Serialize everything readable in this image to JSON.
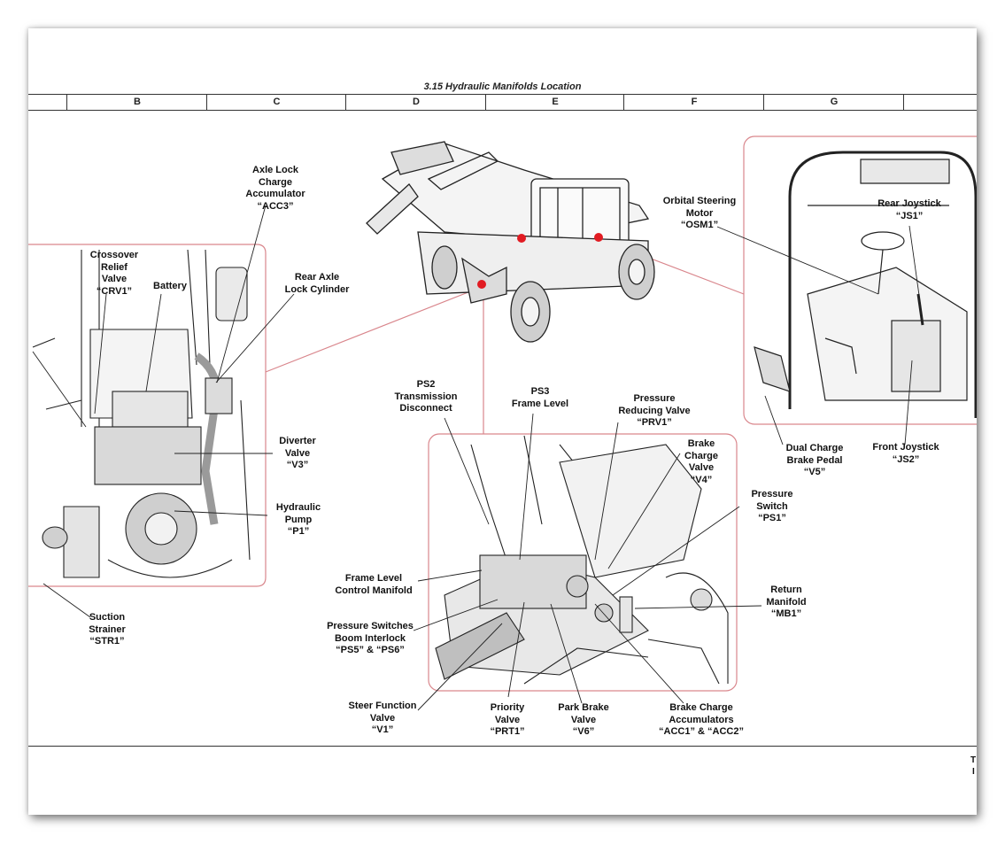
{
  "page": {
    "title": "3.15  Hydraulic Manifolds Location",
    "columns": [
      "B",
      "C",
      "D",
      "E",
      "F",
      "G"
    ],
    "edge_text": [
      "T",
      "I"
    ]
  },
  "labels": {
    "acc3": "Axle Lock\nCharge\nAccumulator\n“ACC3”",
    "crv1": "Crossover\nRelief\nValve\n“CRV1”",
    "battery": "Battery",
    "rear_axle": "Rear Axle\nLock Cylinder",
    "diverter": "Diverter\nValve\n“V3”",
    "pump": "Hydraulic\nPump\n“P1”",
    "strainer": "Suction\nStrainer\n“STR1”",
    "osm1": "Orbital Steering\nMotor\n“OSM1”",
    "js1": "Rear Joystick\n“JS1”",
    "brake_pedal": "Dual Charge\nBrake Pedal\n“V5”",
    "js2": "Front Joystick\n“JS2”",
    "ps2": "PS2\nTransmission\nDisconnect",
    "ps3": "PS3\nFrame Level",
    "prv1": "Pressure\nReducing Valve\n“PRV1”",
    "v4": "Brake\nCharge\nValve\n“V4”",
    "ps1": "Pressure\nSwitch\n“PS1”",
    "mb1": "Return\nManifold\n“MB1”",
    "frame_manifold": "Frame Level\nControl Manifold",
    "ps5ps6": "Pressure Switches\nBoom Interlock\n“PS5” & “PS6”",
    "v1": "Steer Function\nValve\n“V1”",
    "prt1": "Priority\nValve\n“PRT1”",
    "v6": "Park Brake\nValve\n“V6”",
    "acc12": "Brake Charge\nAccumulators\n“ACC1” & “ACC2”"
  },
  "colors": {
    "callout_frame": "#d9868c",
    "marker": "#e11b22",
    "line_art": "#222222"
  }
}
